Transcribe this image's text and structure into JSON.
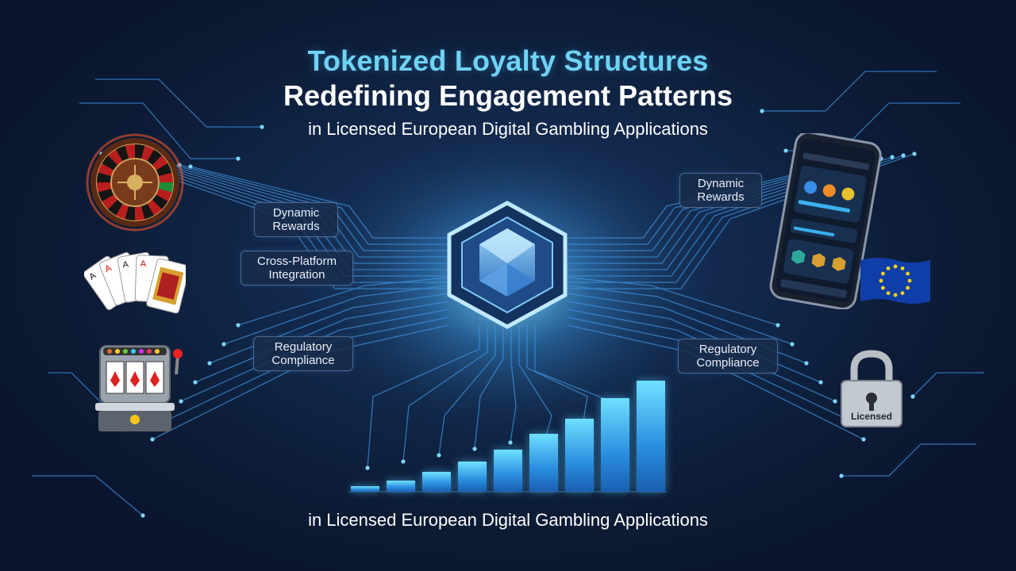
{
  "title": {
    "line1": "Tokenized Loyalty Structures",
    "line2": "Redefining Engagement Patterns",
    "line3": "in Licensed European Digital Gambling Applications"
  },
  "footer": "in Licensed European Digital Gambling Applications",
  "left_labels": [
    {
      "line1": "Dynamic",
      "line2": "Rewards"
    },
    {
      "line1": "Cross-Platform",
      "line2": "Integration"
    },
    {
      "line1": "Regulatory",
      "line2": "Compliance"
    }
  ],
  "right_labels": [
    {
      "line1": "Dynamic",
      "line2": "Rewards"
    },
    {
      "line1": "Regulatory",
      "line2": "Compliance"
    }
  ],
  "lock_label": "Licensed",
  "bars": [
    0.05,
    0.1,
    0.18,
    0.27,
    0.38,
    0.52,
    0.66,
    0.84,
    1.0
  ],
  "icons": [
    "roulette-wheel-icon",
    "playing-cards-icon",
    "slot-machine-icon",
    "hexagon-token-icon",
    "smartphone-app-icon",
    "eu-flag-icon",
    "padlock-icon"
  ],
  "colors": {
    "accent": "#6fd3f5",
    "background": "#0d1c36",
    "circuit": "#3f8fd8"
  }
}
